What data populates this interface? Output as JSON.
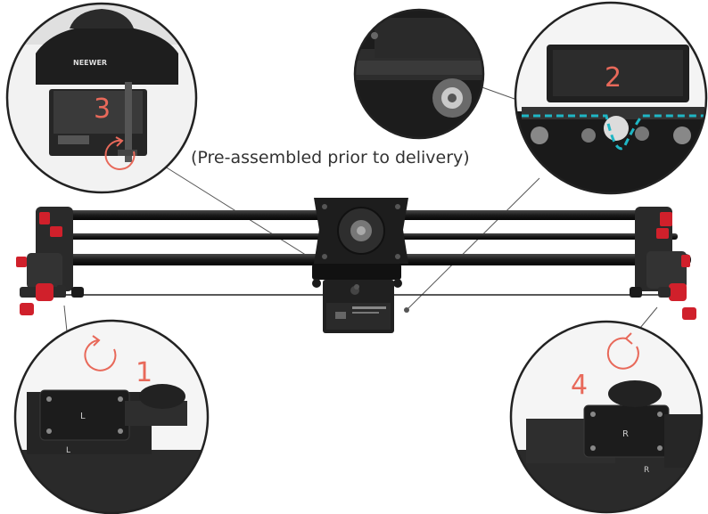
{
  "caption": "(Pre-assembled prior to delivery)",
  "brand_mark": "NEEWER",
  "steps": [
    {
      "number": "1"
    },
    {
      "number": "2"
    },
    {
      "number": "3"
    },
    {
      "number": "4"
    }
  ],
  "slide_letters": {
    "left": "L",
    "right": "R"
  },
  "colors": {
    "accent": "#e8695a",
    "knob_red": "#d0202b",
    "cable_guide": "#1fb6c4",
    "rail": "#1c1c1c",
    "circle_stroke": "#222222"
  },
  "icons": [
    "rotate-arrow-icon",
    "rotate-arrow-icon",
    "rotate-arrow-icon"
  ]
}
